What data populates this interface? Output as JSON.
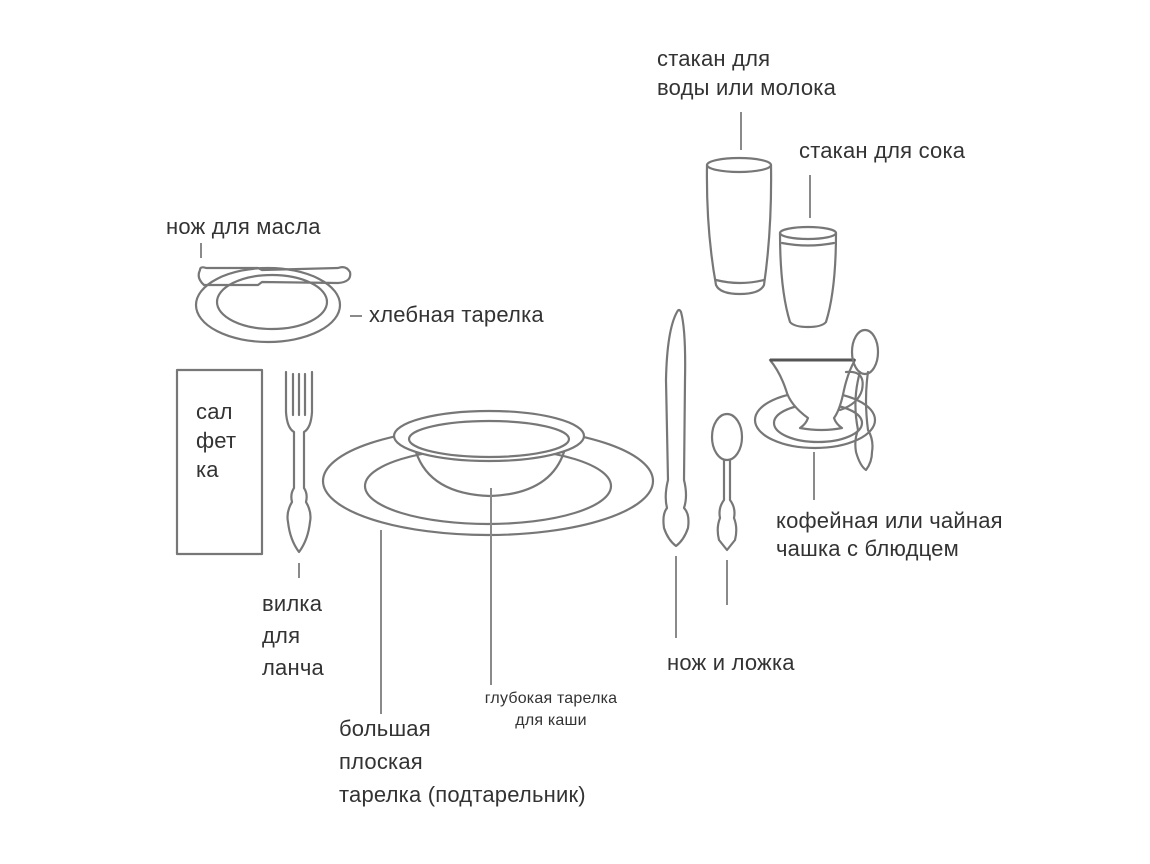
{
  "diagram": {
    "type": "table-setting",
    "language": "ru",
    "labels": {
      "butter_knife": "нож для масла",
      "bread_plate": "хлебная тарелка",
      "napkin": [
        "сал",
        "фет",
        "ка"
      ],
      "lunch_fork": [
        "вилка",
        "для",
        "ланча"
      ],
      "charger_plate": [
        "большая",
        "плоская",
        "тарелка (подтарельник)"
      ],
      "porridge_bowl": [
        "глубокая тарелка",
        "для каши"
      ],
      "knife_and_spoon": "нож и ложка",
      "water_glass": [
        "стакан для",
        "воды или молока"
      ],
      "juice_glass": "стакан для сока",
      "cup_saucer": [
        "кофейная или чайная",
        "чашка с блюдцем"
      ]
    },
    "colors": {
      "background": "#ffffff",
      "line": "#777777",
      "text": "#333333"
    }
  }
}
